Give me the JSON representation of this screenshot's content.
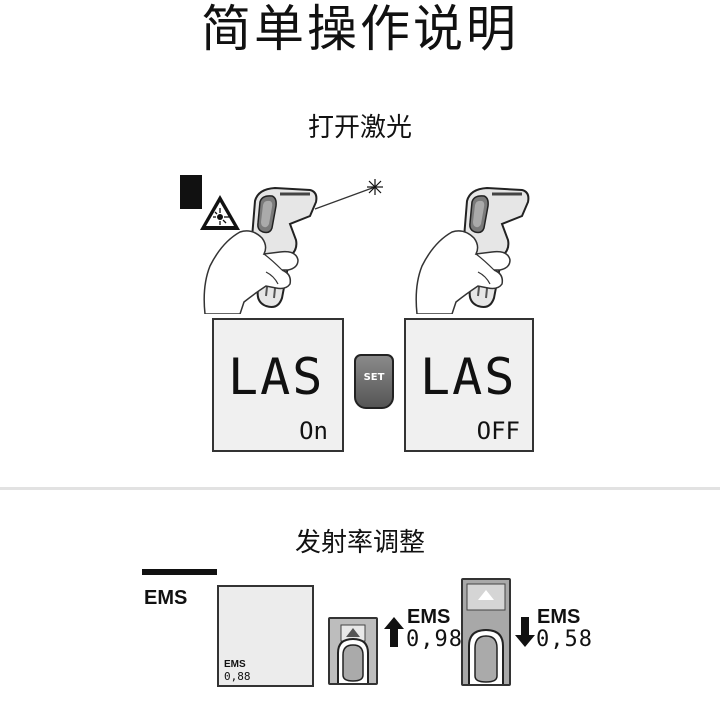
{
  "page": {
    "title": "简单操作说明"
  },
  "laser_section": {
    "heading": "打开激光",
    "left_display": {
      "main": "LAS",
      "sub": "On"
    },
    "set_button_label": "SET",
    "right_display": {
      "main": "LAS",
      "sub": "OFF"
    }
  },
  "emissivity_section": {
    "heading": "发射率调整",
    "side_label": "EMS",
    "display": {
      "label": "EMS",
      "value": "0,88"
    },
    "up": {
      "label": "EMS",
      "value": "0,98"
    },
    "down": {
      "label": "EMS",
      "value": "0,58"
    }
  }
}
